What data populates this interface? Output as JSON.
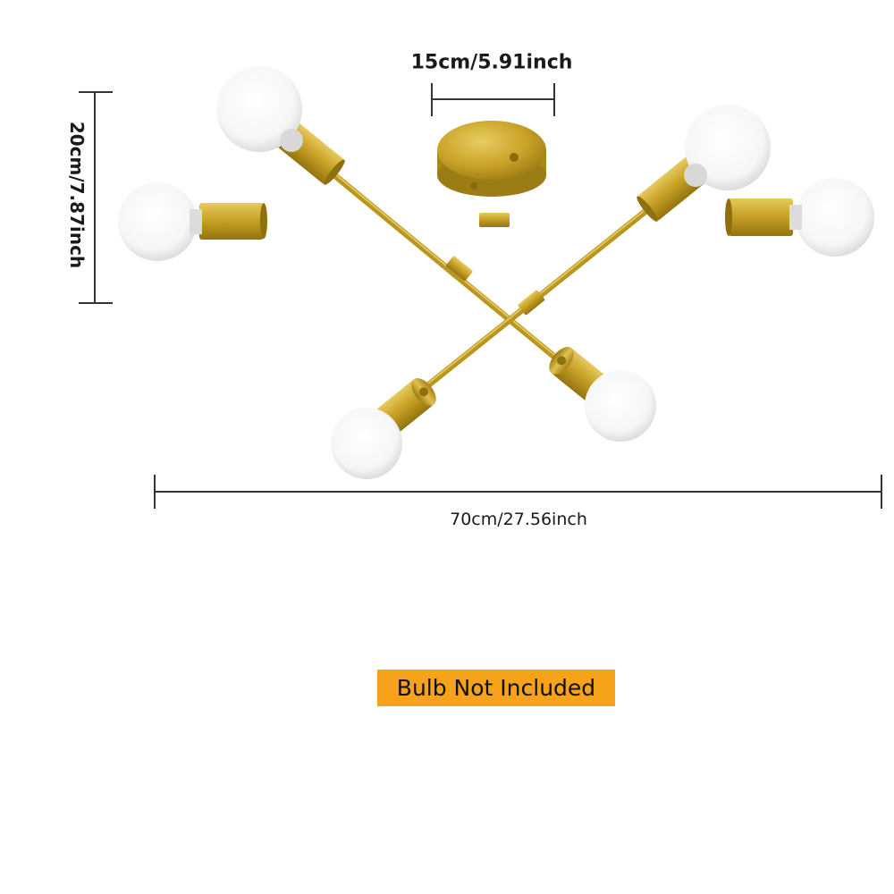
{
  "dimensions": {
    "canopy_width": "15cm/5.91inch",
    "height": "20cm/7.87inch",
    "overall_width": "70cm/27.56inch"
  },
  "note": {
    "text": "Bulb Not Included",
    "background_color": "#f7a21b"
  },
  "colors": {
    "brass": "#c9a227",
    "brass_dark": "#a07f16",
    "brass_light": "#e3c458",
    "bulb": "#ffffff",
    "dimension_line": "#333333"
  }
}
